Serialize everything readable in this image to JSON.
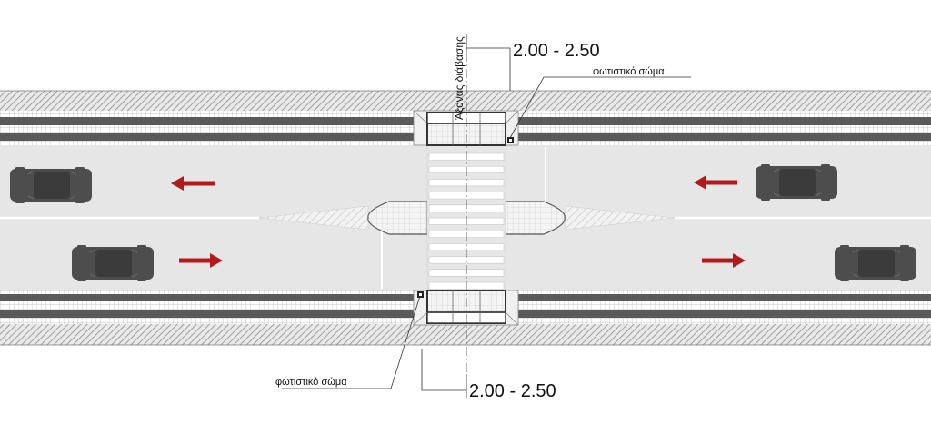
{
  "labels": {
    "dimension_top": "2.00 - 2.50",
    "dimension_bottom": "2.00 - 2.50",
    "luminaire_top": "φωτιστικό σώμα",
    "luminaire_bottom": "φωτιστικό σώμα",
    "crossing_axis": "Άξονας διάβασης"
  },
  "colors": {
    "sidewalk_hatch": "#8c8c8c",
    "curb_band": "#5a5a5a",
    "roadway": "#e6e6e6",
    "car_body": "#4d4d4d",
    "direction_arrow": "#b01c1c",
    "zebra_stripe": "#ffffff"
  },
  "icons": {
    "vehicle": "car-top-view-icon",
    "arrow_left": "arrow-left-icon",
    "arrow_right": "arrow-right-icon",
    "luminaire": "street-light-icon"
  }
}
